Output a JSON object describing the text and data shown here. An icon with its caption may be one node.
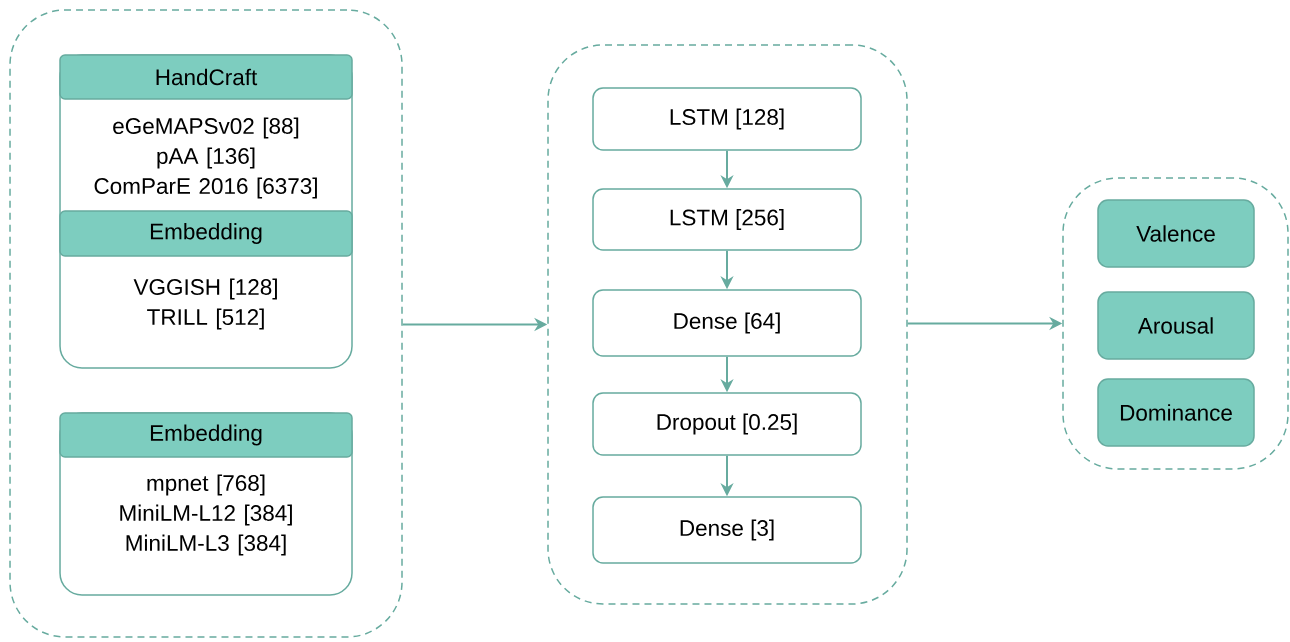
{
  "diagram": {
    "nodes": [
      {
        "text": [],
        "shape": "box"
      },
      {
        "text": [
          "eGeMAPSv02 [88] pAA [136] ComParE 2016 [6373]",
          "VGGISH [128] TRILL [512]"
        ],
        "in": 0
      },
      {
        "text": [
          "HandCraft"
        ],
        "in": 1
      },
      {
        "text": [
          "Embedding"
        ],
        "in": 1
      },
      {
        "text": [
          "mpnet [768] MiniLM-L12 [384] MiniLM-L3 [384]"
        ],
        "in": 0
      },
      {
        "text": [
          "Embedding"
        ],
        "in": 4
      },
      {
        "text": [],
        "shape": "box"
      },
      {
        "text": [
          "LSTM [128]"
        ],
        "in": 6
      },
      {
        "text": [
          "LSTM [256]"
        ],
        "in": 6
      },
      {
        "text": [
          "Dense [64]"
        ],
        "in": 6
      },
      {
        "text": [
          "Dropout [0.25]"
        ],
        "in": 6
      },
      {
        "text": [
          "Dense [3]"
        ],
        "in": 6
      },
      {
        "text": [],
        "shape": "box"
      },
      {
        "text": [
          "Valence"
        ],
        "in": 12
      },
      {
        "text": [
          "Arousal"
        ],
        "in": 12
      },
      {
        "text": [
          "Dominance"
        ],
        "in": 12
      }
    ],
    "edges": [
      {
        "from": 0,
        "to": 6,
        "arrow": "to"
      },
      {
        "from": 7,
        "to": 8,
        "arrow": "to"
      },
      {
        "from": 8,
        "to": 9,
        "arrow": "to"
      },
      {
        "from": 9,
        "to": 10,
        "arrow": "to"
      },
      {
        "from": 10,
        "to": 11,
        "arrow": "to"
      },
      {
        "from": 6,
        "to": 12,
        "arrow": "to"
      }
    ]
  }
}
